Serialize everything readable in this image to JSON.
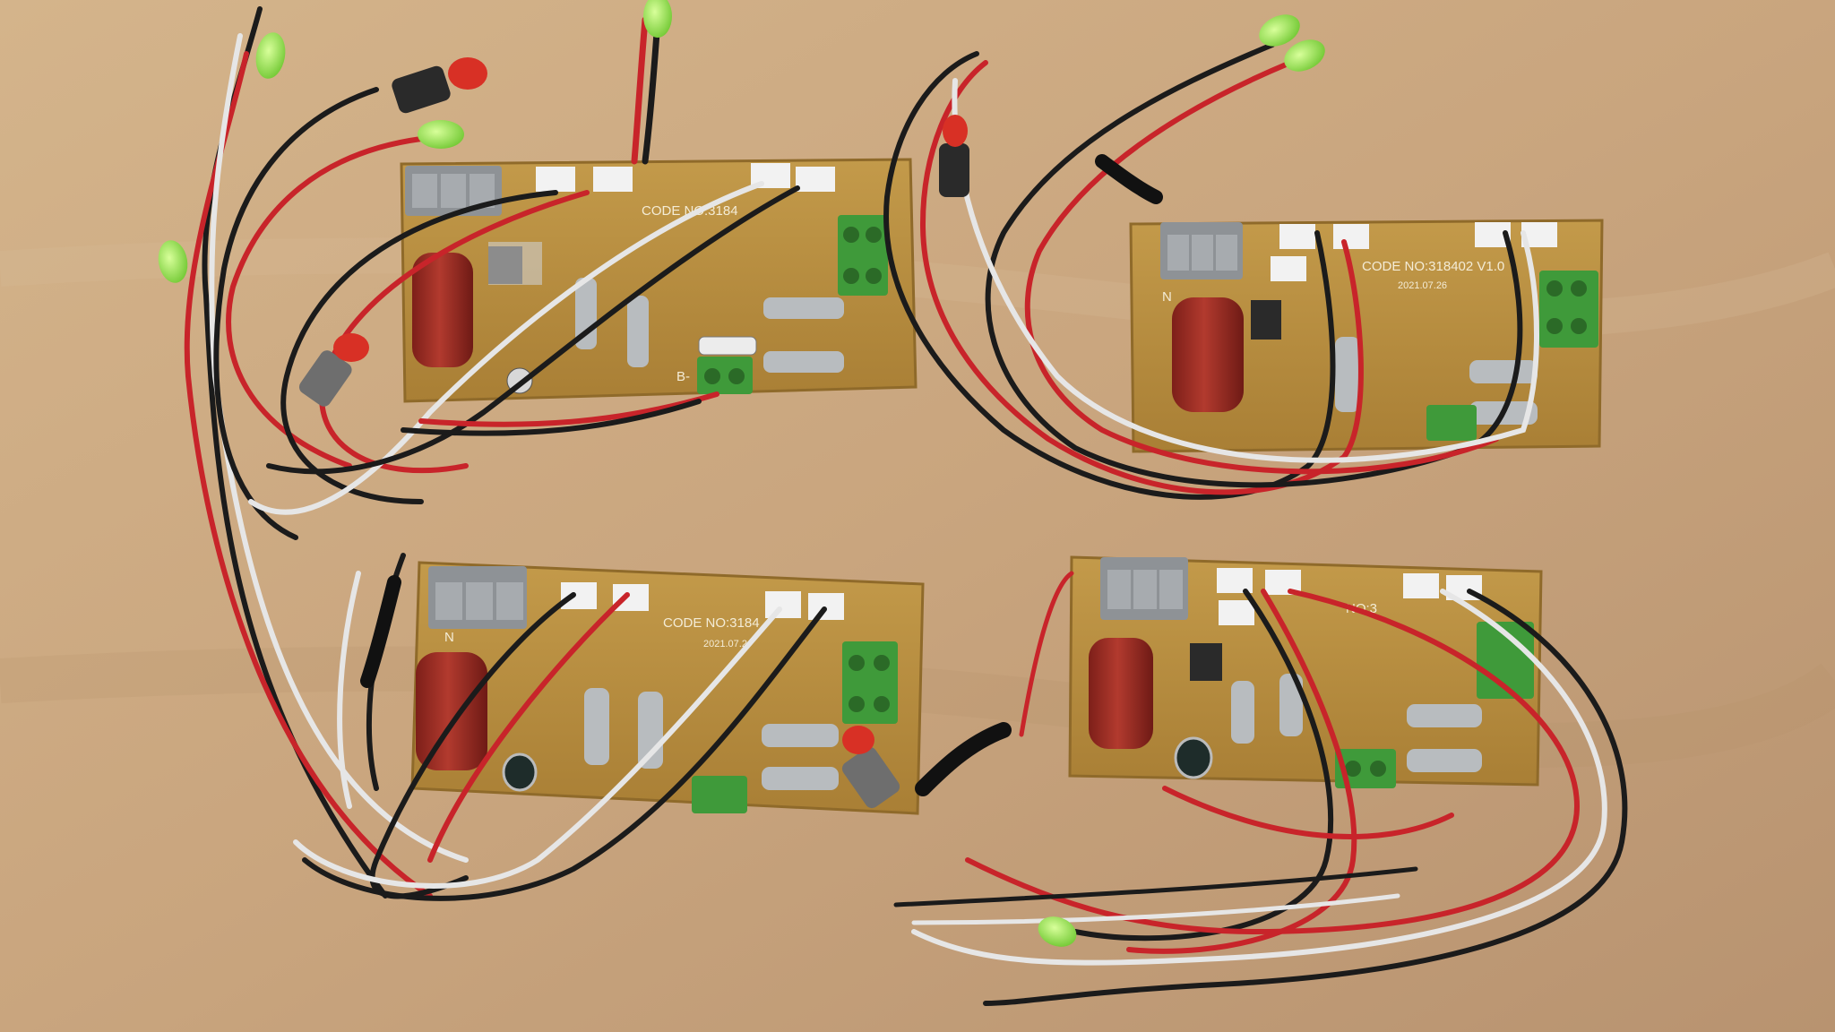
{
  "colors": {
    "table": "#c9a57e",
    "table_light": "#d8b891",
    "pcb": "#b58a3c",
    "pcb_edge": "#8f6a2a",
    "wire_red": "#c8242a",
    "wire_black": "#1b1b1b",
    "wire_white": "#e6e6e6",
    "led_green": "#8de04a",
    "capacitor": "#9b2a22",
    "terminal_green": "#3f9a3a",
    "connector_grey": "#8e9296",
    "button_red": "#d83025"
  },
  "boards": [
    {
      "code": "CODE NO:3184",
      "date": "",
      "mark_left": "B-"
    },
    {
      "code": "CODE NO:318402 V1.0",
      "date": "2021.07.26",
      "mark_left": "N"
    },
    {
      "code": "CODE NO:3184",
      "date": "2021.07.2",
      "mark_left": "N"
    },
    {
      "code": "NO:3",
      "date": "",
      "mark_left": ""
    }
  ]
}
